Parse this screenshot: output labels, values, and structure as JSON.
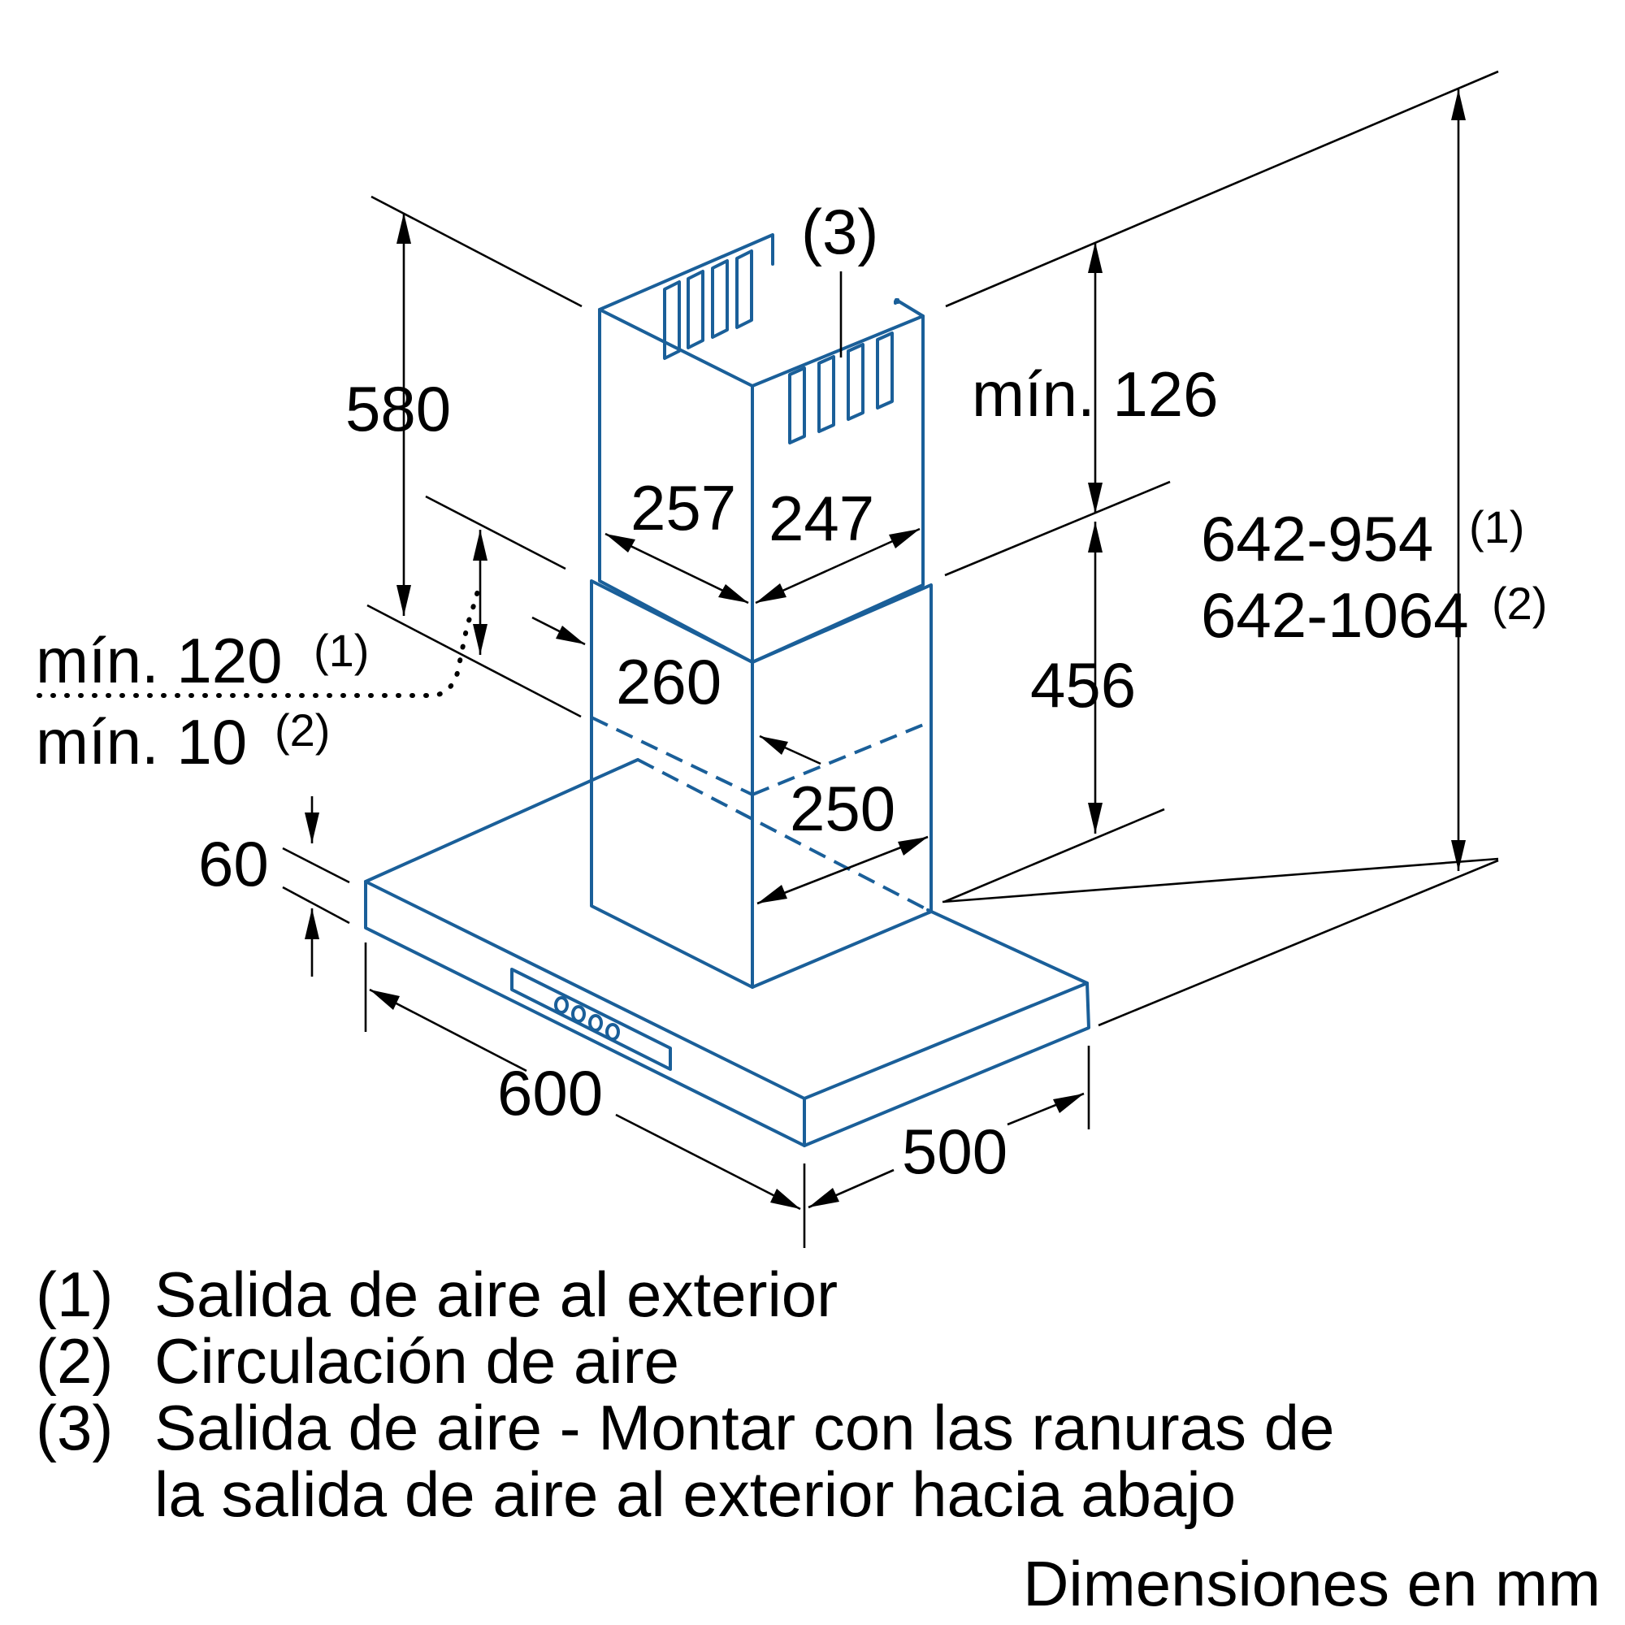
{
  "dimensions": {
    "chimney_height": "580",
    "chimney_min": "mín. 126",
    "chimney_width": "257",
    "chimney_depth": "247",
    "duct_width": "260",
    "lower_height": "456",
    "duct_depth": "250",
    "total_height_1": "642-954",
    "total_height_1_ref": "(1)",
    "total_height_2": "642-1064",
    "total_height_2_ref": "(2)",
    "min_120": "mín. 120",
    "min_120_ref": "(1)",
    "min_10": "mín. 10",
    "min_10_ref": "(2)",
    "canopy_thickness": "60",
    "width": "600",
    "depth": "500",
    "outlet_callout": "(3)"
  },
  "legend": [
    {
      "num": "(1)",
      "lines": [
        "Salida de aire al exterior"
      ]
    },
    {
      "num": "(2)",
      "lines": [
        "Circulación de aire"
      ]
    },
    {
      "num": "(3)",
      "lines": [
        "Salida de aire - Montar con las ranuras de",
        "la salida de aire al exterior hacia abajo"
      ]
    }
  ],
  "units_note": "Dimensiones en mm",
  "colors": {
    "outline": "#1a5f99",
    "dimension": "#000000"
  }
}
